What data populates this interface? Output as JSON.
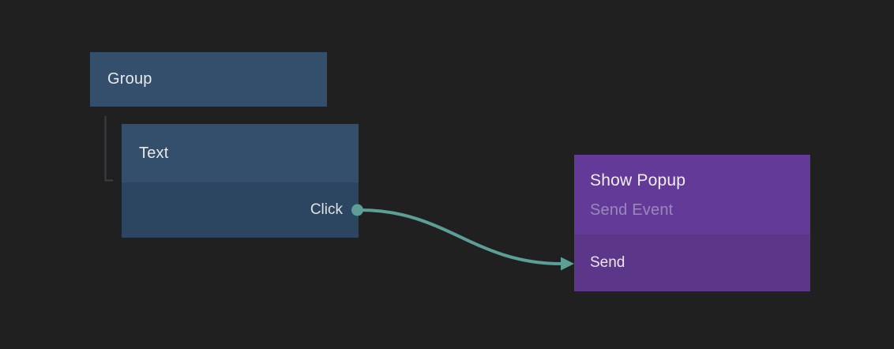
{
  "canvas": {
    "background": "#202021"
  },
  "colors": {
    "blue_node_header": "#334f6b",
    "blue_node_body": "#2c4661",
    "purple_node_header": "#633a97",
    "purple_node_body": "#5b3689",
    "connection": "#5d9e97",
    "hierarchy_line": "#3e3e41",
    "title_text": "#e8e9eb",
    "subtitle_text": "#9a88bd"
  },
  "nodes": {
    "group": {
      "title": "Group"
    },
    "text": {
      "title": "Text",
      "outputs": {
        "click": {
          "label": "Click"
        }
      }
    },
    "show_popup": {
      "title": "Show Popup",
      "subtitle": "Send Event",
      "inputs": {
        "send": {
          "label": "Send"
        }
      }
    }
  },
  "hierarchy": {
    "parent": "Group",
    "child": "Text"
  },
  "connection": {
    "from_node": "Text",
    "from_port": "Click",
    "to_node": "Show Popup",
    "to_port": "Send"
  }
}
